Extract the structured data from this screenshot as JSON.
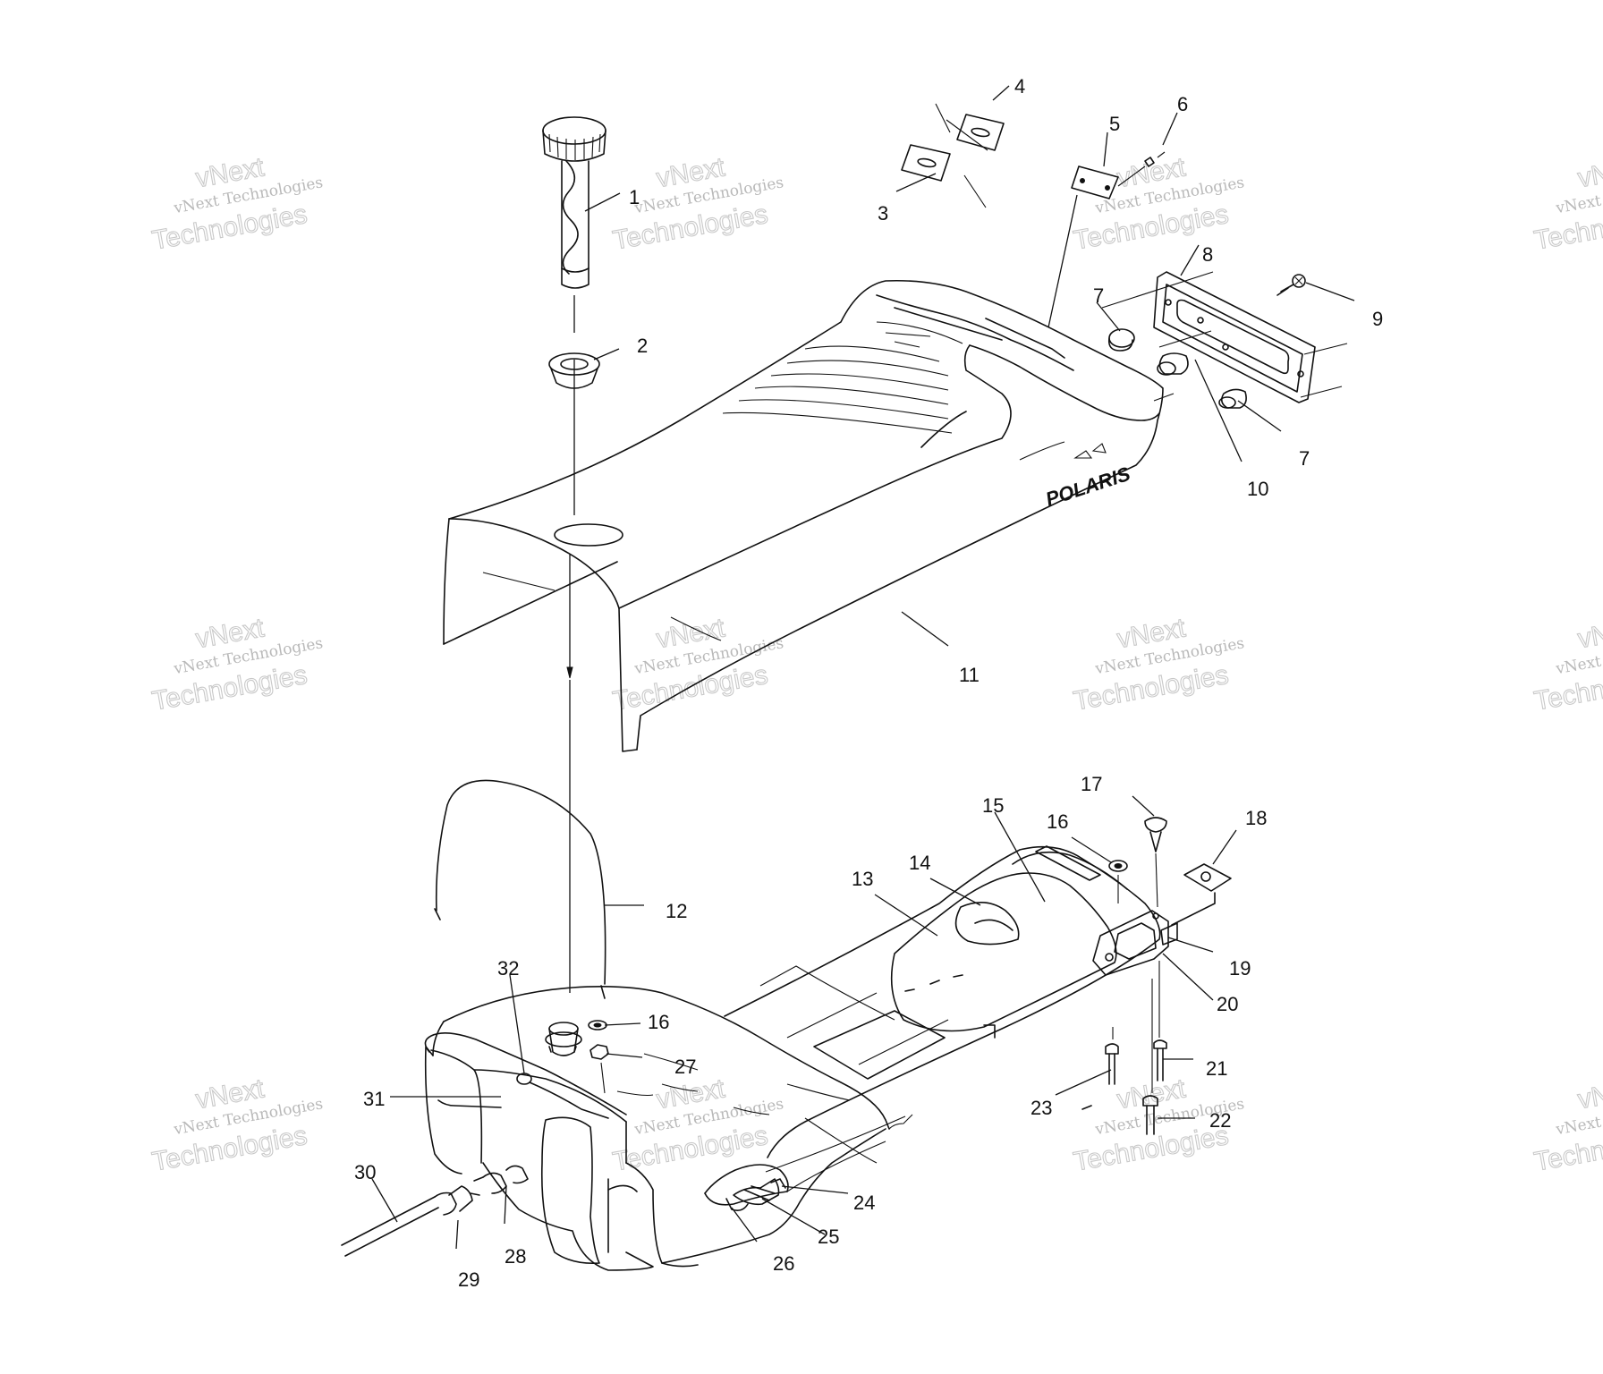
{
  "watermark": {
    "small": "vNext Technologies",
    "big_top": "vNext",
    "big_bottom": "Technologies"
  },
  "seat_logo": "POLARIS",
  "callouts": {
    "c1": "1",
    "c2": "2",
    "c3": "3",
    "c4": "4",
    "c5": "5",
    "c6": "6",
    "c7a": "7",
    "c7b": "7",
    "c8": "8",
    "c9": "9",
    "c10": "10",
    "c11": "11",
    "c12": "12",
    "c13": "13",
    "c14": "14",
    "c15": "15",
    "c16a": "16",
    "c16b": "16",
    "c17": "17",
    "c18": "18",
    "c19": "19",
    "c20": "20",
    "c21": "21",
    "c22": "22",
    "c23": "23",
    "c24": "24",
    "c25": "25",
    "c26": "26",
    "c27": "27",
    "c28": "28",
    "c29": "29",
    "c30": "30",
    "c31": "31",
    "c32": "32"
  }
}
